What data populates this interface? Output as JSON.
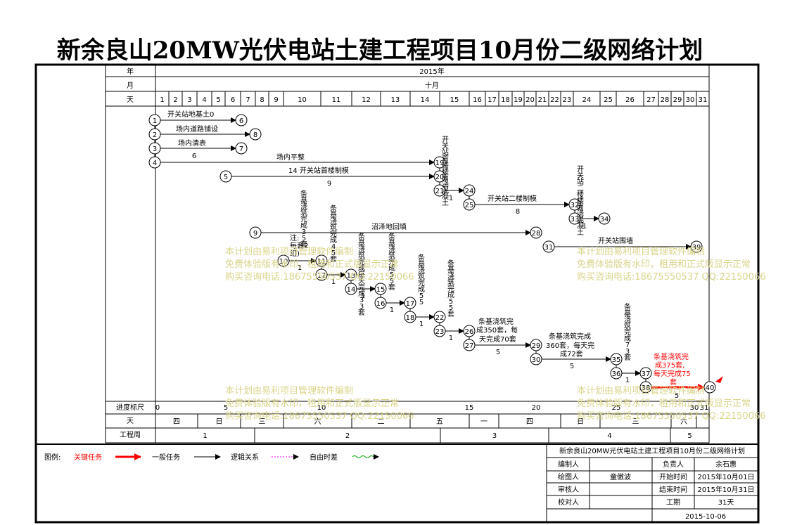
{
  "title": "新余良山20MW光伏电站土建工程项目10月份二级网络计划",
  "header": {
    "year_label": "年",
    "year_value": "2015年",
    "month_label": "月",
    "month_value": "十月",
    "day_label": "天",
    "days": [
      "1",
      "2",
      "3",
      "4",
      "5",
      "6",
      "7",
      "8",
      "9",
      "10",
      "11",
      "12",
      "13",
      "14",
      "15",
      "16",
      "17",
      "18",
      "19",
      "20",
      "21",
      "22",
      "23",
      "24",
      "25",
      "26",
      "27",
      "28",
      "29",
      "30",
      "31"
    ]
  },
  "scale": {
    "progress_label": "进度标尺",
    "ticks": [
      "0",
      "5",
      "10",
      "15",
      "20",
      "25",
      "30",
      "31"
    ],
    "weekday_label": "天",
    "weekdays": [
      "四",
      "日",
      "三",
      "六",
      "二",
      "五",
      "一",
      "四",
      "日",
      "三",
      "六"
    ],
    "week_label": "工程周",
    "weeks": [
      "1",
      "2",
      "3",
      "4",
      "5"
    ]
  },
  "tasks": [
    {
      "label": "开关站地基土0"
    },
    {
      "label": "场内道路铺设"
    },
    {
      "label": "场内清表"
    },
    {
      "label": "场内平整",
      "duration": "6"
    },
    {
      "label": "14 开关站首楼制模",
      "duration": "9"
    },
    {
      "label": "开关站首楼楼面浇混凝土",
      "duration": "1"
    },
    {
      "label": "开关站二楼制模",
      "duration": "8"
    },
    {
      "label": "开关站二楼楼面浇混凝土",
      "duration": "1"
    },
    {
      "label": "沼泽地回填"
    },
    {
      "label": "开关站围墙"
    },
    {
      "label": "条基浇筑完成35套"
    },
    {
      "label": "注:每套2组)"
    },
    {
      "label": "条基浇筑完成45套",
      "duration": "1"
    },
    {
      "label": "条基浇筑完成每天完成33套",
      "duration": "1"
    },
    {
      "label": "条基浇筑完成55套",
      "duration": "1"
    },
    {
      "label": "条基浇筑完成55",
      "duration": "1"
    },
    {
      "label": "条基浇筑完成55套",
      "duration": "1"
    },
    {
      "label": "条基浇筑完成350套，每天完成70套",
      "duration": "5"
    },
    {
      "label": "条基浇筑完成360套，每天完成72套",
      "duration": "5"
    },
    {
      "label": "条基浇筑完成73套",
      "duration": "1"
    },
    {
      "label": "条基浇筑完成375套，每天完成75套",
      "duration": "5"
    }
  ],
  "legend": {
    "label": "图例:",
    "critical": "关键任务",
    "normal": "一般任务",
    "logic": "逻辑关系",
    "float": "自由时差"
  },
  "info": {
    "title": "新余良山20MW光伏电站土建工程项目10月份二级网络计划",
    "editor_label": "编制人",
    "editor": "",
    "owner_label": "负责人",
    "owner": "余石惠",
    "drawer_label": "绘图人",
    "drawer": "童傲波",
    "start_label": "开始时间",
    "start": "2015年10月01日",
    "reviewer_label": "审核人",
    "reviewer": "",
    "end_label": "结束时间",
    "end": "2015年10月31日",
    "checker_label": "校对人",
    "checker": "",
    "duration_label": "工期",
    "duration": "31天",
    "date": "2015-10-06"
  },
  "watermark": {
    "line1": "本计划由易利项目管理软件编制",
    "line2": "免费体验版有水印，租用和正式版显示正常",
    "line3": "购买咨询电话:18675550537 QQ:22150066"
  },
  "colors": {
    "critical": "#ff0000",
    "normal": "#000000",
    "float": "#ff00ff",
    "slack": "#00aa00",
    "watermark": "#d9d48a"
  }
}
